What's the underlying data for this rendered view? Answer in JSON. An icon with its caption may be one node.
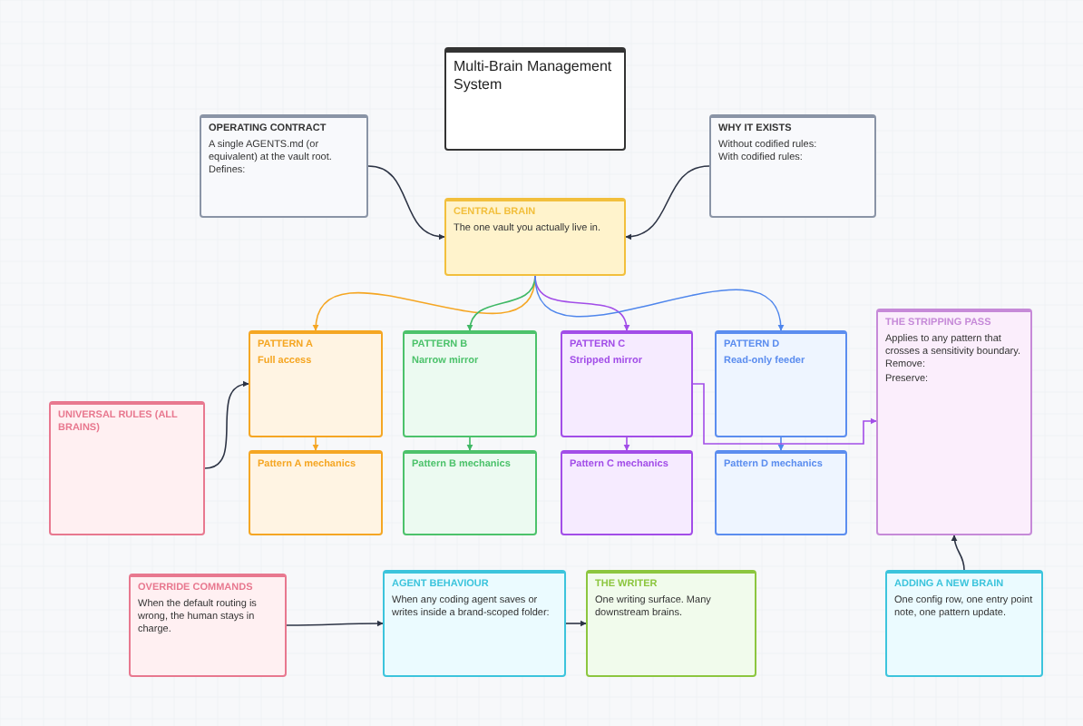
{
  "diagram": {
    "nodes": [
      {
        "text": [
          "Multi-Brain Management System"
        ]
      },
      {
        "text": [
          "OPERATING CONTRACT",
          "A single AGENTS.md (or equivalent) at the vault root.",
          "Defines:"
        ]
      },
      {
        "text": [
          "WHY IT EXISTS",
          "Without codified rules:",
          "With codified rules:"
        ]
      },
      {
        "text": [
          "CENTRAL BRAIN",
          "The one vault you actually live in."
        ]
      },
      {
        "text": [
          "PATTERN A",
          "Full access"
        ]
      },
      {
        "text": [
          "Pattern A mechanics"
        ]
      },
      {
        "text": [
          "PATTERN B",
          "Narrow mirror"
        ]
      },
      {
        "text": [
          "Pattern B mechanics"
        ]
      },
      {
        "text": [
          "PATTERN C",
          "Stripped mirror"
        ]
      },
      {
        "text": [
          "Pattern C mechanics"
        ]
      },
      {
        "text": [
          "PATTERN D",
          "Read-only feeder"
        ]
      },
      {
        "text": [
          "Pattern D mechanics"
        ]
      },
      {
        "text": [
          "THE STRIPPING PASS",
          "Applies to any pattern that crosses a sensitivity boundary.",
          "Remove:",
          "Preserve:"
        ]
      },
      {
        "text": [
          "UNIVERSAL RULES (ALL BRAINS)"
        ]
      },
      {
        "text": [
          "OVERRIDE COMMANDS",
          "When the default routing is wrong, the human stays in charge."
        ]
      },
      {
        "text": [
          "AGENT BEHAVIOUR",
          "When any coding agent saves or writes inside a brand-scoped folder:"
        ]
      },
      {
        "text": [
          "THE WRITER",
          "One writing surface. Many downstream brains."
        ]
      },
      {
        "text": [
          "ADDING A NEW BRAIN",
          "One config row, one entry point note, one pattern update."
        ]
      }
    ],
    "edges": [
      {
        "from": 1,
        "to": 3,
        "arrow": "to"
      },
      {
        "from": 2,
        "to": 3,
        "arrow": "to"
      },
      {
        "from": 3,
        "to": 4,
        "arrow": "to",
        "color": "#f5a623"
      },
      {
        "from": 3,
        "to": 6,
        "arrow": "to",
        "color": "#3fb865"
      },
      {
        "from": 3,
        "to": 8,
        "arrow": "to",
        "color": "#a24de8"
      },
      {
        "from": 3,
        "to": 10,
        "arrow": "to",
        "color": "#4f86ec"
      },
      {
        "from": 4,
        "to": 5,
        "arrow": "to",
        "color": "#f5a623"
      },
      {
        "from": 6,
        "to": 7,
        "arrow": "to",
        "color": "#3fb865"
      },
      {
        "from": 8,
        "to": 9,
        "arrow": "to",
        "color": "#a24de8"
      },
      {
        "from": 10,
        "to": 11,
        "arrow": "to",
        "color": "#4f86ec"
      },
      {
        "from": 13,
        "to": 4,
        "arrow": "to"
      },
      {
        "from": 8,
        "to": 12,
        "arrow": "to",
        "color": "#a24de8"
      },
      {
        "from": 17,
        "to": 12,
        "arrow": "to"
      },
      {
        "from": 14,
        "to": 15,
        "arrow": "to"
      },
      {
        "from": 15,
        "to": 16,
        "arrow": "to"
      }
    ]
  }
}
